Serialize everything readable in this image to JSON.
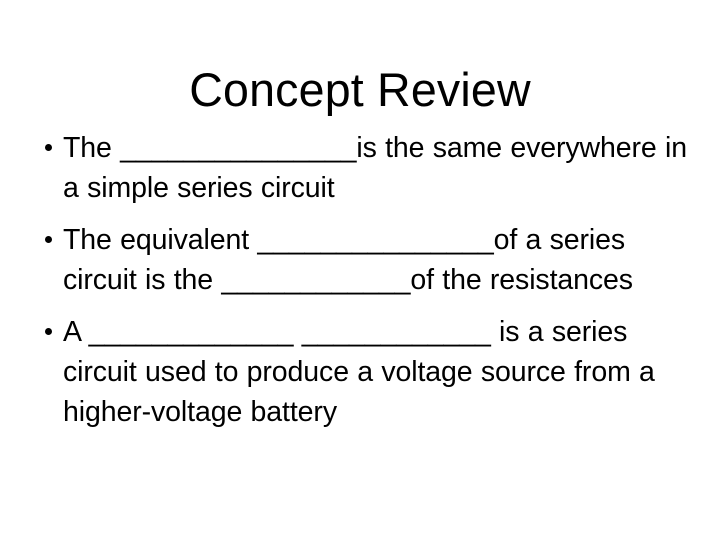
{
  "slide": {
    "title": "Concept Review",
    "background_color": "#ffffff",
    "text_color": "#000000",
    "bullets": [
      {
        "id": "bullet-1",
        "text": "The _______________is the same everywhere in a simple series circuit"
      },
      {
        "id": "bullet-2",
        "text": "The equivalent _______________of a series circuit is the ____________of the resistances"
      },
      {
        "id": "bullet-3",
        "text": "A _____________ ____________ is a series circuit used to produce a voltage source from a higher-voltage battery"
      }
    ]
  }
}
